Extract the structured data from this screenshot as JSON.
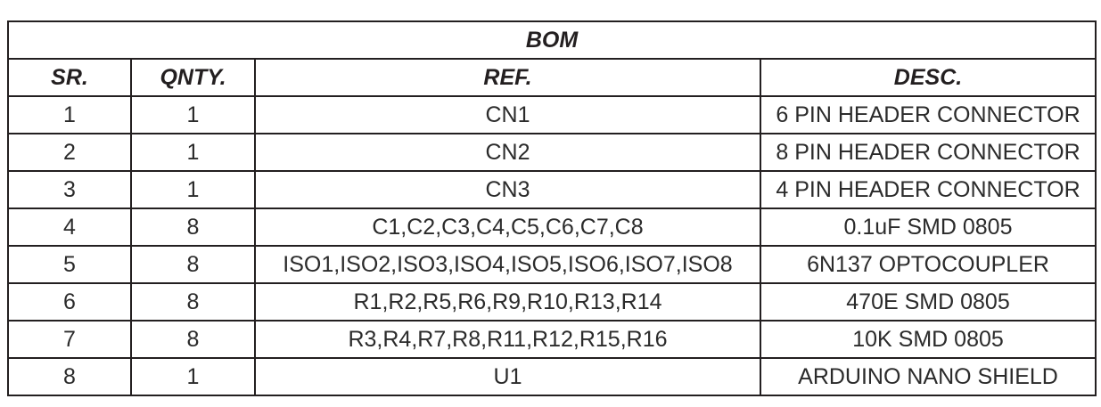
{
  "table": {
    "title": "BOM",
    "headers": {
      "sr": "SR.",
      "qty": "QNTY.",
      "ref": "REF.",
      "desc": "DESC."
    },
    "rows": [
      {
        "sr": "1",
        "qty": "1",
        "ref": "CN1",
        "desc": "6 PIN HEADER CONNECTOR"
      },
      {
        "sr": "2",
        "qty": "1",
        "ref": "CN2",
        "desc": "8 PIN HEADER CONNECTOR"
      },
      {
        "sr": "3",
        "qty": "1",
        "ref": "CN3",
        "desc": "4 PIN HEADER CONNECTOR"
      },
      {
        "sr": "4",
        "qty": "8",
        "ref": "C1,C2,C3,C4,C5,C6,C7,C8",
        "desc": "0.1uF SMD 0805"
      },
      {
        "sr": "5",
        "qty": "8",
        "ref": "ISO1,ISO2,ISO3,ISO4,ISO5,ISO6,ISO7,ISO8",
        "desc": "6N137 OPTOCOUPLER"
      },
      {
        "sr": "6",
        "qty": "8",
        "ref": "R1,R2,R5,R6,R9,R10,R13,R14",
        "desc": "470E SMD 0805"
      },
      {
        "sr": "7",
        "qty": "8",
        "ref": "R3,R4,R7,R8,R11,R12,R15,R16",
        "desc": "10K SMD 0805"
      },
      {
        "sr": "8",
        "qty": "1",
        "ref": "U1",
        "desc": "ARDUINO NANO SHIELD"
      }
    ]
  },
  "colors": {
    "border": "#231f20",
    "text": "#231f20",
    "background": "#ffffff"
  }
}
